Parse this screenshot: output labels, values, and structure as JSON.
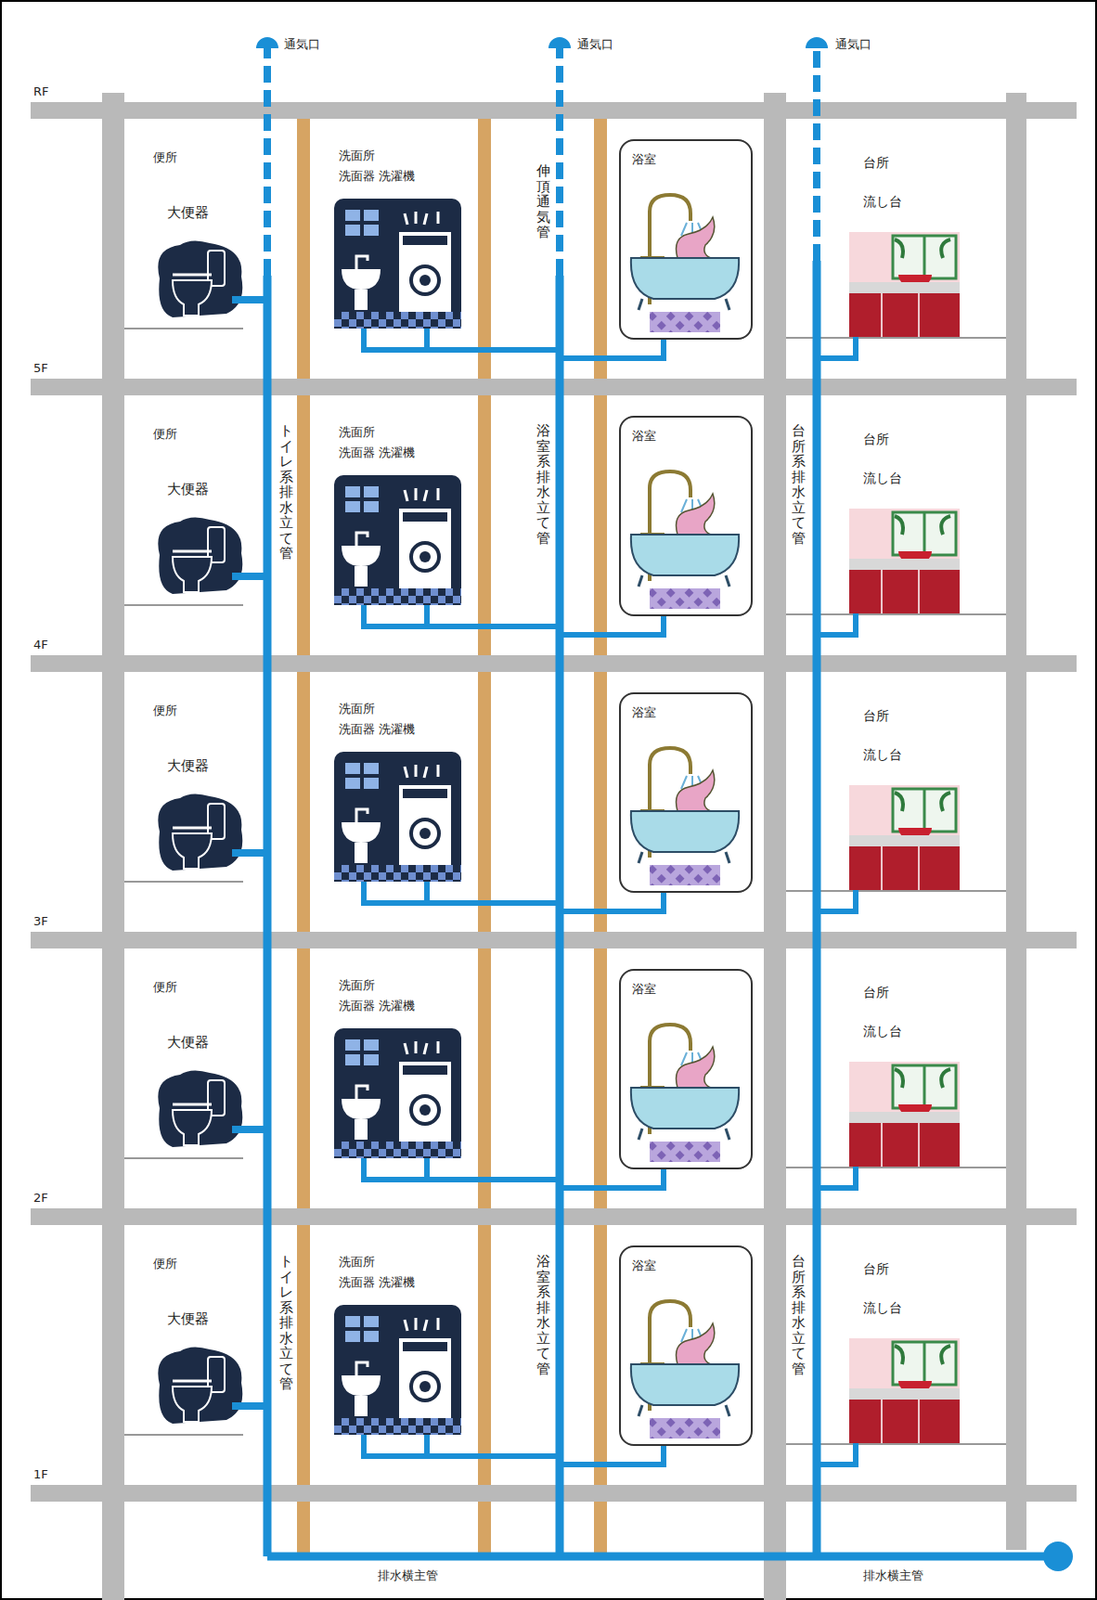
{
  "diagram": {
    "nodes": [
      {
        "text": [
          "便所",
          "大便器"
        ]
      },
      {
        "text": [
          "洗面所",
          "洗面器 洗濯機"
        ]
      },
      {
        "text": [
          "浴室"
        ]
      },
      {
        "text": [
          "台所",
          "流し台"
        ]
      },
      {
        "text": [
          "便所",
          "大便器"
        ]
      },
      {
        "text": [
          "洗面所",
          "洗面器 洗濯機"
        ]
      },
      {
        "text": [
          "浴室"
        ]
      },
      {
        "text": [
          "台所",
          "流し台"
        ]
      },
      {
        "text": [
          "便所",
          "大便器"
        ]
      },
      {
        "text": [
          "洗面所",
          "洗面器 洗濯機"
        ]
      },
      {
        "text": [
          "浴室"
        ]
      },
      {
        "text": [
          "台所",
          "流し台"
        ]
      },
      {
        "text": [
          "便所",
          "大便器"
        ]
      },
      {
        "text": [
          "洗面所",
          "洗面器 洗濯機"
        ]
      },
      {
        "text": [
          "浴室"
        ]
      },
      {
        "text": [
          "台所",
          "流し台"
        ]
      },
      {
        "text": [
          "便所",
          "大便器"
        ]
      },
      {
        "text": [
          "洗面所",
          "洗面器 洗濯機"
        ]
      },
      {
        "text": [
          "浴室"
        ]
      },
      {
        "text": [
          "台所",
          "流し台"
        ]
      }
    ],
    "labels": [
      "通気口",
      "通気口",
      "通気口",
      "RF",
      "5F",
      "4F",
      "3F",
      "2F",
      "1F",
      "伸頂通気管",
      "トイレ系排水立て管",
      "浴室系排水立て管",
      "台所系排水立て管",
      "トイレ系排水立て管",
      "浴室系排水立て管",
      "台所系排水立て管",
      "排水横主管",
      "排水横主管"
    ]
  }
}
